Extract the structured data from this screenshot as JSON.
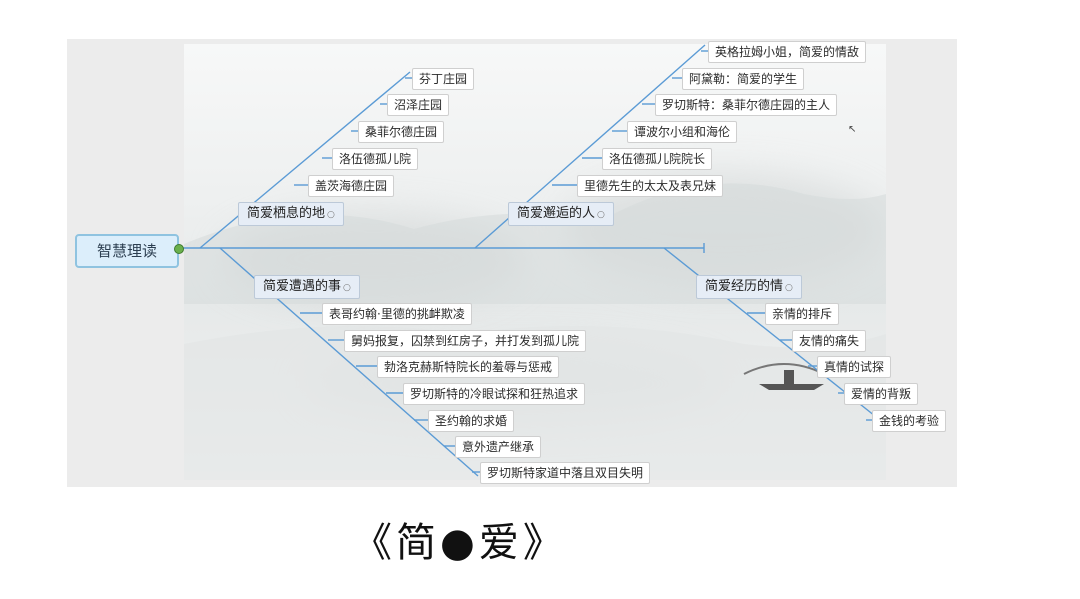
{
  "root": {
    "label": "智慧理读"
  },
  "branches": {
    "place": {
      "label": "简爱栖息的地",
      "items": [
        "芬丁庄园",
        "沼泽庄园",
        "桑菲尔德庄园",
        "洛伍德孤儿院",
        "盖茨海德庄园"
      ]
    },
    "people": {
      "label": "简爱邂逅的人",
      "items": [
        "英格拉姆小姐，简爱的情敌",
        "阿黛勒：简爱的学生",
        "罗切斯特：桑菲尔德庄园的主人",
        "谭波尔小组和海伦",
        "洛伍德孤儿院院长",
        "里德先生的太太及表兄妹"
      ]
    },
    "events": {
      "label": "简爱遭遇的事",
      "items": [
        "表哥约翰·里德的挑衅欺凌",
        "舅妈报复，囚禁到红房子，并打发到孤儿院",
        "勃洛克赫斯特院长的羞辱与惩戒",
        "罗切斯特的冷眼试探和狂热追求",
        "圣约翰的求婚",
        "意外遗产继承",
        "罗切斯特家道中落且双目失明"
      ]
    },
    "feelings": {
      "label": "简爱经历的情",
      "items": [
        "亲情的排斥",
        "友情的痛失",
        "真情的试探",
        "爱情的背叛",
        "金钱的考验"
      ]
    }
  },
  "footer_title": "《简●爱》",
  "colors": {
    "line": "#5b9bd5",
    "root_border": "#8fc3e0",
    "branch_bg": "#e6edf6"
  }
}
